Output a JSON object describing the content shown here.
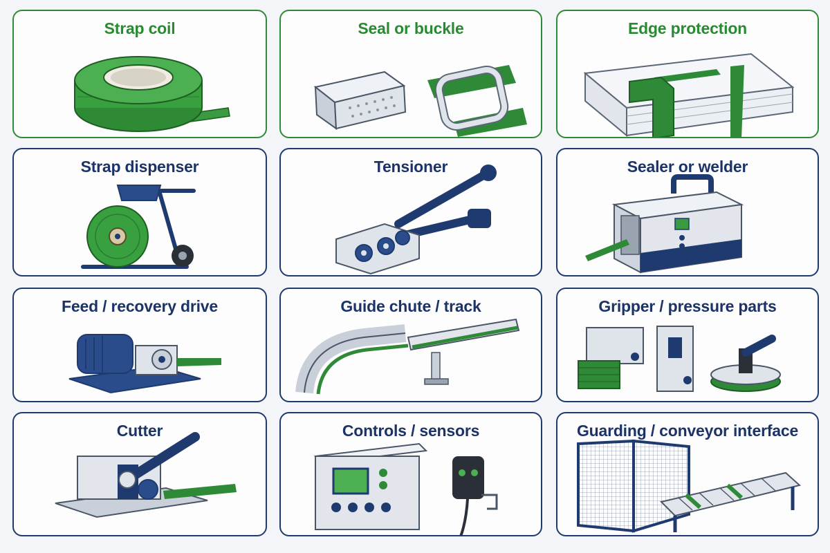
{
  "cards": [
    {
      "label": "Strap coil",
      "accent": "green"
    },
    {
      "label": "Seal or buckle",
      "accent": "green"
    },
    {
      "label": "Edge protection",
      "accent": "green"
    },
    {
      "label": "Strap dispenser",
      "accent": "navy"
    },
    {
      "label": "Tensioner",
      "accent": "navy"
    },
    {
      "label": "Sealer or welder",
      "accent": "navy"
    },
    {
      "label": "Feed / recovery drive",
      "accent": "navy"
    },
    {
      "label": "Guide chute / track",
      "accent": "navy"
    },
    {
      "label": "Gripper / pressure parts",
      "accent": "navy"
    },
    {
      "label": "Cutter",
      "accent": "navy"
    },
    {
      "label": "Controls / sensors",
      "accent": "navy"
    },
    {
      "label": "Guarding / conveyor interface",
      "accent": "navy"
    }
  ],
  "colors": {
    "navy": "#1e3a6e",
    "green": "#2f8a37",
    "steel": "#d9dee6",
    "background": "#f3f5f8"
  },
  "icons": [
    "strap-coil-icon",
    "seal-buckle-icon",
    "edge-protector-icon",
    "strap-dispenser-icon",
    "tensioner-icon",
    "sealer-welder-icon",
    "feed-drive-icon",
    "guide-chute-icon",
    "gripper-parts-icon",
    "cutter-icon",
    "control-panel-icon",
    "guarding-conveyor-icon"
  ]
}
